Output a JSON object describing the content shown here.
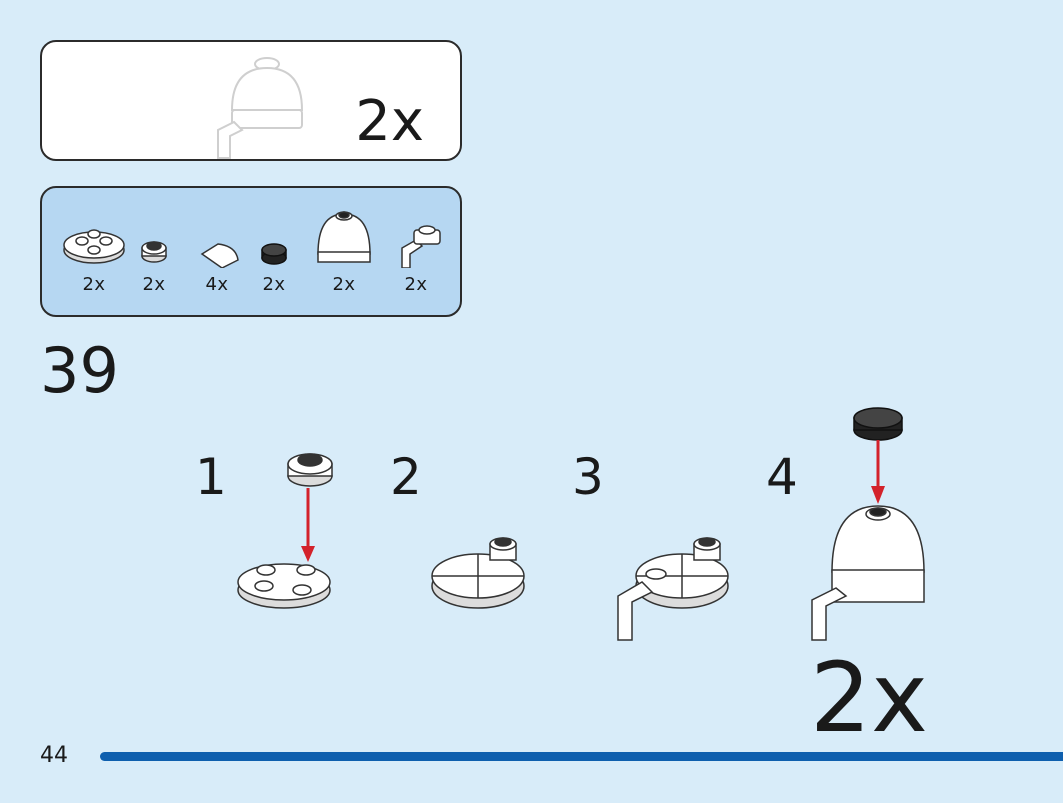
{
  "result": {
    "quantity": "2x"
  },
  "parts_list": [
    {
      "icon": "round-plate-4-studs-icon",
      "quantity": "2x"
    },
    {
      "icon": "round-plate-1x1-icon",
      "quantity": "2x"
    },
    {
      "icon": "quarter-tile-icon",
      "quantity": "4x"
    },
    {
      "icon": "black-round-tile-icon",
      "quantity": "2x"
    },
    {
      "icon": "dome-brick-icon",
      "quantity": "2x"
    },
    {
      "icon": "bar-holder-clip-icon",
      "quantity": "2x"
    }
  ],
  "step": {
    "number": "39",
    "substeps": [
      "1",
      "2",
      "3",
      "4"
    ],
    "quantity": "2x"
  },
  "footer": {
    "page_number": "44"
  },
  "colors": {
    "background": "#d8ecf9",
    "parts_panel": "#b6d7f2",
    "arrow": "#d3222b",
    "progress_bar": "#0e5fae"
  }
}
